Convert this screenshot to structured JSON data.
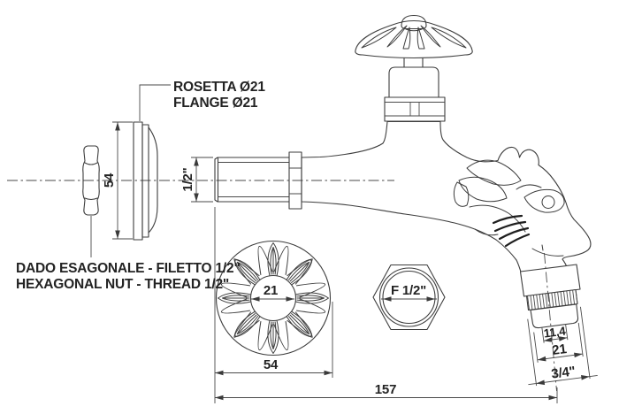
{
  "drawing": {
    "labels": {
      "rosetta_it": "ROSETTA Ø21",
      "rosetta_en": "FLANGE Ø21",
      "nut_it": "DADO ESAGONALE - FILETTO 1/2\"",
      "nut_en": "HEXAGONAL NUT - THREAD 1/2\""
    },
    "dimensions": {
      "flange_diameter": "54",
      "inlet_thread": "1/2\"",
      "rosette_bore": "21",
      "rosette_diameter": "54",
      "nut_thread_front": "F 1/2\"",
      "outlet_bore": "11,4",
      "outlet_width": "21",
      "outlet_thread": "3/4\"",
      "overall_length": "157"
    },
    "colors": {
      "line": "#3d3d3d",
      "text": "#232323",
      "background": "#ffffff"
    }
  }
}
